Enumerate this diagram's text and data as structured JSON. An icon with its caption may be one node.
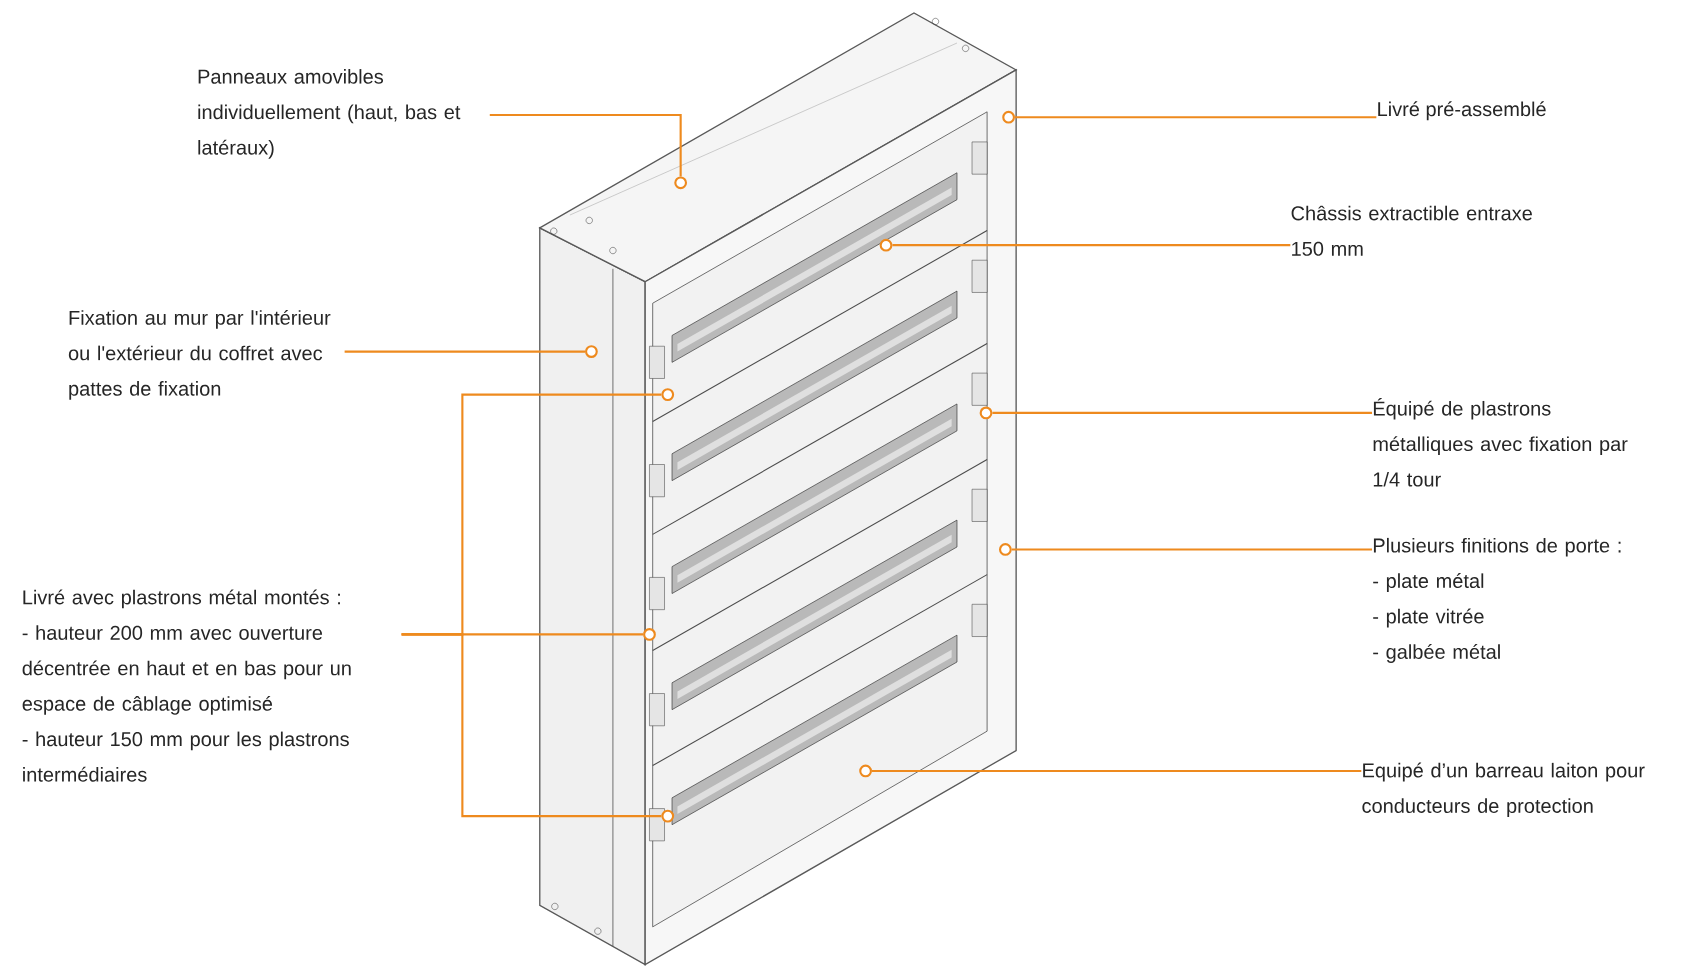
{
  "diagram": {
    "nodes": [
      {
        "text": [
          "Panneaux amovibles individuellement (haut, bas et latéraux)"
        ]
      },
      {
        "text": [
          "Livré pré-assemblé"
        ]
      },
      {
        "text": [
          "Châssis extractible entraxe 150 mm"
        ]
      },
      {
        "text": [
          "Fixation au mur par l'intérieur ou l'extérieur du coffret avec pattes de fixation"
        ]
      },
      {
        "text": [
          "Équipé de plastrons métalliques avec fixation par 1/4 tour"
        ]
      },
      {
        "text": [
          "Plusieurs finitions de porte :",
          "- plate métal",
          "- plate vitrée",
          "- galbée métal"
        ]
      },
      {
        "text": [
          "Livré avec plastrons métal montés :",
          "- hauteur 200 mm avec ouverture décentrée en haut et en bas pour un espace de câblage optimisé",
          "- hauteur 150 mm pour les plastrons intermédiaires"
        ]
      },
      {
        "text": [
          "Equipé d’un barreau laiton pour conducteurs de protection"
        ]
      },
      {
        "text": [],
        "shape": "circle"
      },
      {
        "text": [],
        "shape": "circle"
      },
      {
        "text": [],
        "shape": "circle"
      },
      {
        "text": [],
        "shape": "circle"
      },
      {
        "text": [],
        "shape": "circle"
      },
      {
        "text": [],
        "shape": "circle"
      },
      {
        "text": [],
        "shape": "circle"
      },
      {
        "text": [],
        "shape": "circle"
      },
      {
        "text": [],
        "shape": "circle"
      },
      {
        "text": [],
        "shape": "circle"
      }
    ],
    "edges": [
      {
        "from": 0,
        "to": 8,
        "arrow": "none"
      },
      {
        "from": 1,
        "to": 9,
        "arrow": "none"
      },
      {
        "from": 2,
        "to": 10,
        "arrow": "none"
      },
      {
        "from": 3,
        "to": 11,
        "arrow": "none"
      },
      {
        "from": 4,
        "to": 13,
        "arrow": "none"
      },
      {
        "from": 5,
        "to": 14,
        "arrow": "none"
      },
      {
        "from": 6,
        "to": 12,
        "arrow": "none"
      },
      {
        "from": 6,
        "to": 15,
        "arrow": "none"
      },
      {
        "from": 6,
        "to": 16,
        "arrow": "none"
      },
      {
        "from": 7,
        "to": 17,
        "arrow": "none"
      }
    ]
  }
}
